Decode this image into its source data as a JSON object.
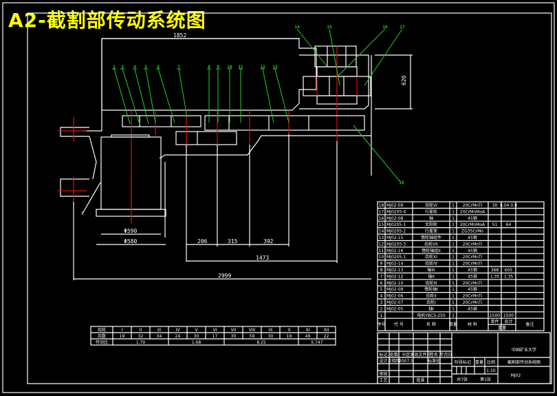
{
  "title": "A2-截割部传动系统图",
  "colors": {
    "background": "#000000",
    "lines": "#ffffff",
    "centerlines": "#e01010",
    "leaders": "#1ed41e",
    "title": "#ffff00"
  },
  "dimensions": {
    "top_length": "1852",
    "right_height": "620",
    "drum_inner": "Φ590",
    "drum_outer": "Φ580",
    "span_1": "206",
    "span_2": "315",
    "span_3": "392",
    "span_total_mid": "1473",
    "overall_length": "2999"
  },
  "leaders": {
    "left_labels": [
      "2",
      "3",
      "4",
      "5",
      "6",
      "7",
      "8",
      "9",
      "10",
      "11",
      "12",
      "13"
    ],
    "top_right_labels": [
      "14",
      "15",
      "16",
      "17"
    ],
    "side_label": "18",
    "drum_label": "1"
  },
  "gear_table": {
    "rows": [
      {
        "label": "齿轮",
        "cells": [
          "I",
          "II",
          "III",
          "IV",
          "V",
          "VI",
          "VII",
          "VIII",
          "IX",
          "X",
          "XI",
          "XII"
        ]
      },
      {
        "label": "齿数",
        "cells": [
          "19",
          "32",
          "34",
          "24",
          "30",
          "17",
          "30",
          "59",
          "30",
          "19",
          "49",
          "22"
        ]
      }
    ],
    "ratio_label": "传动比",
    "ratios": [
      "1.70",
      "1.68",
      "8.25",
      "5.747"
    ]
  },
  "bom": {
    "rows": [
      {
        "no": "18",
        "code": "MJ02-09",
        "name": "齿轮VI",
        "qty": "1",
        "material": "20CrMnTi",
        "extra1": "30",
        "extra2": "8.04 0.8"
      },
      {
        "no": "17",
        "code": "MJ0205-4",
        "name": "行星轮",
        "qty": "1",
        "material": "20CrMnMoA",
        "extra1": "",
        "extra2": ""
      },
      {
        "no": "16",
        "code": "MJ02-08",
        "name": "轴",
        "qty": "1",
        "material": "45钢",
        "extra1": "",
        "extra2": ""
      },
      {
        "no": "15",
        "code": "MJ0205-1",
        "name": "太阳轮",
        "qty": "1",
        "material": "20CrMnMoA",
        "extra1": "51",
        "extra2": "64"
      },
      {
        "no": "14",
        "code": "MJ0205-2",
        "name": "行星架",
        "qty": "1",
        "material": "ZG35CrMo",
        "extra1": "",
        "extra2": ""
      },
      {
        "no": "13",
        "code": "MJ02-15",
        "name": "惰轮轴组件",
        "qty": "1",
        "material": "45钢",
        "extra1": "",
        "extra2": ""
      },
      {
        "no": "12",
        "code": "MJ0205-3",
        "name": "齿轮VII",
        "qty": "1",
        "material": "20CrMnTi",
        "extra1": "",
        "extra2": ""
      },
      {
        "no": "11",
        "code": "MJ02-16",
        "name": "惰轮轴组II",
        "qty": "1",
        "material": "45钢",
        "extra1": "",
        "extra2": ""
      },
      {
        "no": "10",
        "code": "MJ0205-1",
        "name": "齿轮XI",
        "qty": "1",
        "material": "20CrMnTi",
        "extra1": "",
        "extra2": ""
      },
      {
        "no": "9",
        "code": "MJ02-14",
        "name": "齿轮IV",
        "qty": "1",
        "material": "20CrMnTi",
        "extra1": "",
        "extra2": ""
      },
      {
        "no": "8",
        "code": "MJ02-13",
        "name": "轴III",
        "qty": "1",
        "material": "45钢",
        "extra1": "368",
        "extra2": "605"
      },
      {
        "no": "7",
        "code": "MJ02-12",
        "name": "轴II",
        "qty": "1",
        "material": "45钢",
        "extra1": "1.35",
        "extra2": "1.35"
      },
      {
        "no": "6",
        "code": "MJ02-10",
        "name": "齿轮III",
        "qty": "1",
        "material": "20CrMnTi",
        "extra1": "",
        "extra2": ""
      },
      {
        "no": "5",
        "code": "MJ02-09",
        "name": "惰轮轴I",
        "qty": "1",
        "material": "45钢",
        "extra1": "",
        "extra2": ""
      },
      {
        "no": "4",
        "code": "MJ02-06",
        "name": "齿轮II",
        "qty": "1",
        "material": "20CrMnTi",
        "extra1": "",
        "extra2": ""
      },
      {
        "no": "3",
        "code": "MJ02-07",
        "name": "齿轮I",
        "qty": "1",
        "material": "20CrMnTi",
        "extra1": "",
        "extra2": ""
      },
      {
        "no": "2",
        "code": "MJ02-05",
        "name": "轴I",
        "qty": "1",
        "material": "45钢",
        "extra1": "",
        "extra2": ""
      },
      {
        "no": "1",
        "code": "",
        "name": "电机YBCS-250",
        "qty": "1",
        "material": "",
        "extra1": "1500",
        "extra2": "1500"
      }
    ],
    "header": {
      "no": "序号",
      "code": "代 号",
      "name": "名 称",
      "qty": "数量",
      "material": "材 料",
      "unit_weight": "单件",
      "total_weight": "总计",
      "weight": "重量",
      "remark": "备注"
    }
  },
  "title_block": {
    "school": "中国矿业大学",
    "drawing_name": "截割部传动系统图",
    "drawing_no": "MJ02",
    "scale_label": "比例",
    "scale": "1:10",
    "stage_label": "阶段标记",
    "weight_label": "重量",
    "sheet_total": "共7张",
    "sheet_no": "第1张",
    "rows": [
      [
        "标记",
        "处数",
        "分区",
        "更改文件号",
        "签名",
        "年月日"
      ],
      [
        "设计",
        "王晓明",
        "2007.5",
        "",
        "标准化",
        ""
      ],
      [
        "审核",
        "",
        "",
        "",
        "",
        ""
      ],
      [
        "工艺",
        "",
        "",
        "批准",
        "",
        ""
      ]
    ]
  }
}
